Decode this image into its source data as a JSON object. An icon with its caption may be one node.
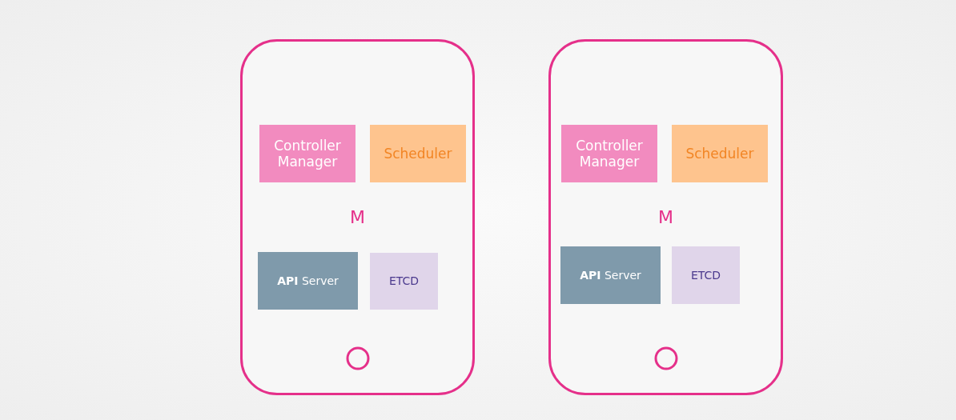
{
  "diagram": {
    "nodes": [
      {
        "text": [
          "M"
        ]
      },
      {
        "text": [
          "Controller Manager"
        ],
        "in": 0
      },
      {
        "text": [
          "Scheduler"
        ],
        "in": 0
      },
      {
        "text": [
          "**API** Server"
        ],
        "in": 0
      },
      {
        "text": [
          "ETCD"
        ],
        "in": 0
      },
      {
        "text": [
          "M"
        ]
      },
      {
        "text": [
          "Controller Manager"
        ],
        "in": 5
      },
      {
        "text": [
          "Scheduler"
        ],
        "in": 5
      },
      {
        "text": [
          "**API** Server"
        ],
        "in": 5
      },
      {
        "text": [
          "ETCD"
        ],
        "in": 5
      }
    ]
  }
}
